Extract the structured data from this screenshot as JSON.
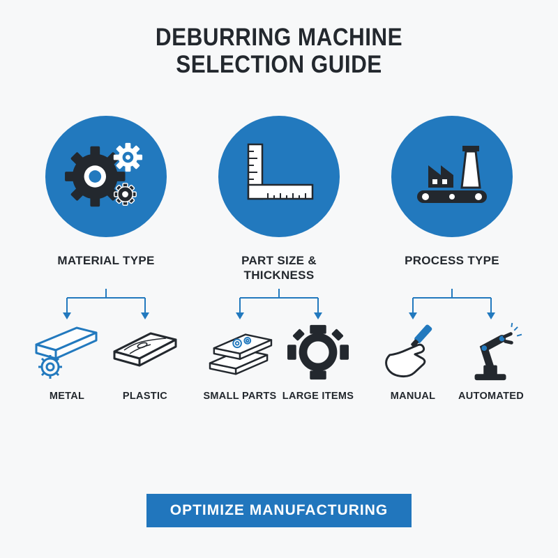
{
  "title": {
    "line1": "DEBURRING MACHINE",
    "line2": "SELECTION GUIDE"
  },
  "columns": [
    {
      "label": "MATERIAL TYPE",
      "icon": "gears-icon",
      "options": [
        {
          "label": "METAL",
          "icon": "metal-icon"
        },
        {
          "label": "PLASTIC",
          "icon": "plastic-icon"
        }
      ]
    },
    {
      "label": "PART SIZE & THICKNESS",
      "icon": "ruler-icon",
      "options": [
        {
          "label": "SMALL PARTS",
          "icon": "small-parts-icon"
        },
        {
          "label": "LARGE ITEMS",
          "icon": "large-items-icon"
        }
      ]
    },
    {
      "label": "PROCESS TYPE",
      "icon": "factory-icon",
      "options": [
        {
          "label": "MANUAL",
          "icon": "manual-icon"
        },
        {
          "label": "AUTOMATED",
          "icon": "automated-icon"
        }
      ]
    }
  ],
  "footer": {
    "label": "OPTIMIZE MANUFACTURING"
  },
  "colors": {
    "accent": "#2279BE",
    "dark": "#23282E",
    "background": "#F7F8F9",
    "banner_text": "#FFFFFF"
  }
}
